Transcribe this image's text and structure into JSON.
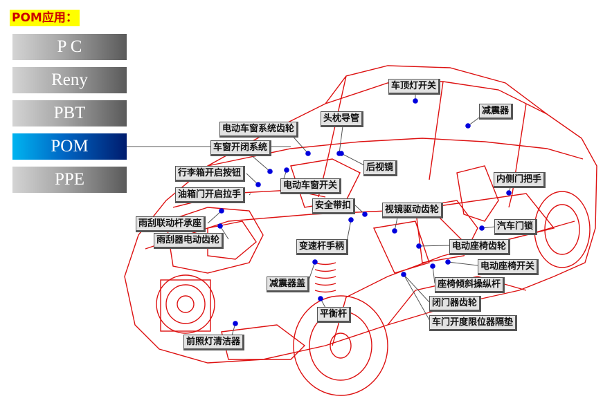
{
  "title": "POM应用：",
  "materials": [
    "P C",
    "Reny",
    "PBT",
    "POM",
    "PPE"
  ],
  "active_material": "POM",
  "parts": {
    "roof_light_switch": "车顶灯开关",
    "headrest_guide": "头枕导管",
    "shock_absorber": "减震器",
    "window_system_gear": "电动车窗系统齿轮",
    "window_switch_system": "车窗开闭系统",
    "rearview_mirror": "后视镜",
    "trunk_button": "行李箱开启按钮",
    "power_window_switch": "电动车窗开关",
    "inner_door_handle": "内侧门把手",
    "fuel_door_handle": "油箱门开启拉手",
    "seat_belt_buckle": "安全带扣",
    "mirror_drive_gear": "视镜驱动齿轮",
    "wiper_linkage_seat": "雨刮联动杆承座",
    "car_door_lock": "汽车门锁",
    "wiper_motor_gear": "雨刮器电动齿轮",
    "gear_shift_handle": "变速杆手柄",
    "power_seat_gear": "电动座椅齿轮",
    "power_seat_switch": "电动座椅开关",
    "shock_cover": "减震器盖",
    "seat_tilt_lever": "座椅倾斜操纵杆",
    "door_closer_gear": "闭门器齿轮",
    "balance_bar": "平衡杆",
    "door_limiter_pad": "车门开度限位器隔垫",
    "headlight_cleaner": "前照灯清洁器"
  },
  "colors": {
    "outline": "#dd1111",
    "marker": "#0000dd",
    "title_bg": "#ffff00",
    "title_fg": "#cc0000",
    "active_button": "#0066c4"
  }
}
